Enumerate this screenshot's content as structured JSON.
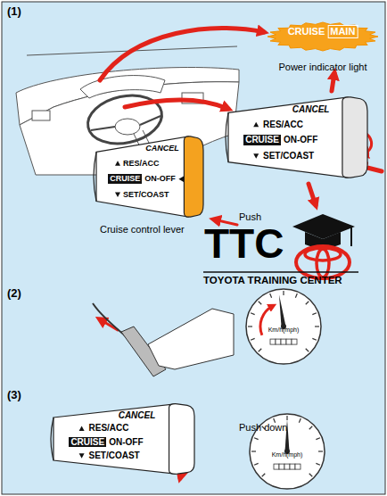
{
  "diagram": {
    "nodes": [
      {
        "text": [
          "CRUISE",
          "MAIN",
          "Power indicator light"
        ]
      },
      {
        "text": [
          "CANCEL",
          "RES/ACC",
          "CRUISE",
          "ON-OFF",
          "SET/COAST"
        ]
      },
      {
        "text": [
          "CANCEL",
          "RES/ACC",
          "CRUISE",
          "ON-OFF",
          "SET/COAST"
        ]
      },
      {
        "text": [
          "Km/h(mph)"
        ]
      },
      {
        "text": [
          "CANCEL",
          "RES/ACC",
          "CRUISE",
          "ON-OFF",
          "SET/COAST"
        ]
      },
      {
        "text": [
          "Km/h(mph)"
        ]
      }
    ],
    "labels": [
      "(1)",
      "Push",
      "Cruise control lever",
      "TTC",
      "TOYOTA TRAINING CENTER",
      "(2)",
      "(3)",
      "Push down"
    ]
  }
}
